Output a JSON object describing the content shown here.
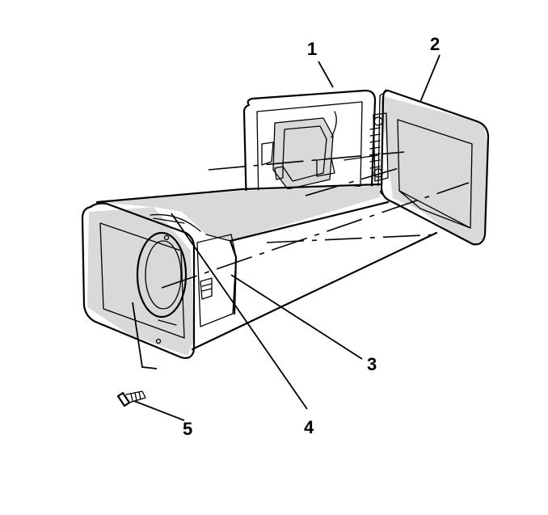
{
  "callouts": [
    {
      "id": "1",
      "label": "1"
    },
    {
      "id": "2",
      "label": "2"
    },
    {
      "id": "3",
      "label": "3"
    },
    {
      "id": "4",
      "label": "4"
    },
    {
      "id": "5",
      "label": "5"
    }
  ],
  "colors": {
    "line": "#000000",
    "shade": "#d9d9d9",
    "background": "#ffffff"
  }
}
